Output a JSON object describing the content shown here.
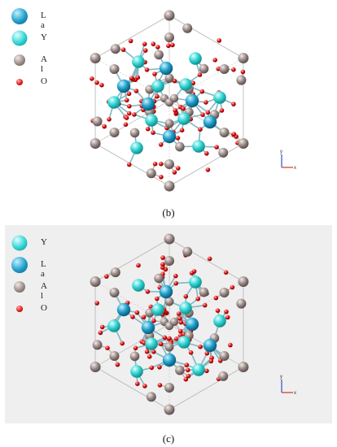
{
  "panel_b": {
    "caption": "(b)",
    "legend": [
      {
        "label": "L a",
        "species": "La"
      },
      {
        "label": "Y",
        "species": "Y"
      },
      {
        "label": "A l",
        "species": "Al"
      },
      {
        "label": "O",
        "species": "O"
      }
    ]
  },
  "panel_c": {
    "caption": "(c)",
    "legend": [
      {
        "label": "Y",
        "species": "Y"
      },
      {
        "label": "L a",
        "species": "La"
      },
      {
        "label": "A l",
        "species": "Al"
      },
      {
        "label": "O",
        "species": "O"
      }
    ]
  },
  "axis_labels": {
    "x": "x",
    "y": "y"
  },
  "colors": {
    "La": "#1f9ec9",
    "Y": "#2fd3d3",
    "Al": "#9a8b88",
    "O": "#e01010",
    "bond": "#7fb8c2",
    "cell": "#b4b4b4",
    "axis_x": "#d03030",
    "axis_y": "#3050c0"
  }
}
